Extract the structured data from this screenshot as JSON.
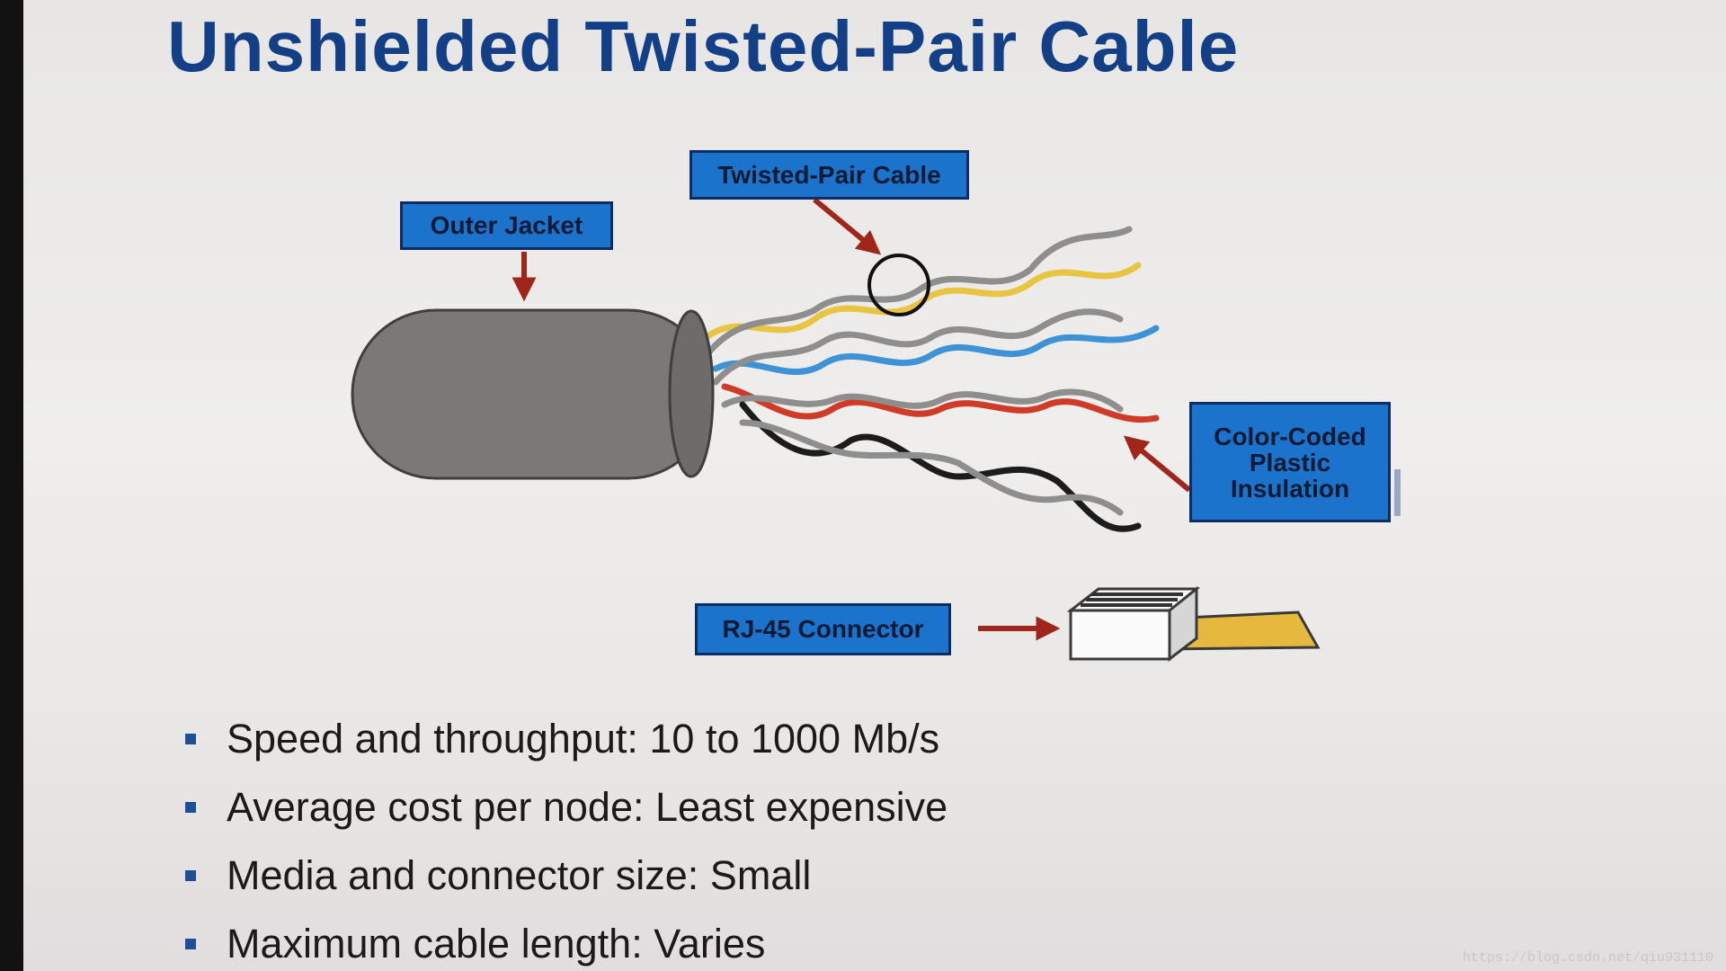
{
  "slide": {
    "title": "Unshielded Twisted-Pair Cable",
    "callouts": {
      "outer_jacket": "Outer Jacket",
      "twisted_pair": "Twisted-Pair Cable",
      "color_coded": "Color-Coded\nPlastic\nInsulation",
      "rj45": "RJ-45 Connector"
    },
    "bullets": [
      "Speed and throughput: 10 to 1000 Mb/s",
      "Average cost per node: Least expensive",
      "Media and connector size: Small",
      "Maximum cable length: Varies"
    ],
    "watermark": "https://blog.csdn.net/qiu931110"
  },
  "colors": {
    "title": "#123f86",
    "callout_fill": "#1b73cc",
    "arrow": "#a0261c",
    "jacket": "#7a7978",
    "wire_yellow": "#e8c440",
    "wire_blue": "#3e93d6",
    "wire_red": "#cf3b26",
    "wire_black": "#1c1c1c",
    "wire_gray": "#8e8e8e"
  }
}
